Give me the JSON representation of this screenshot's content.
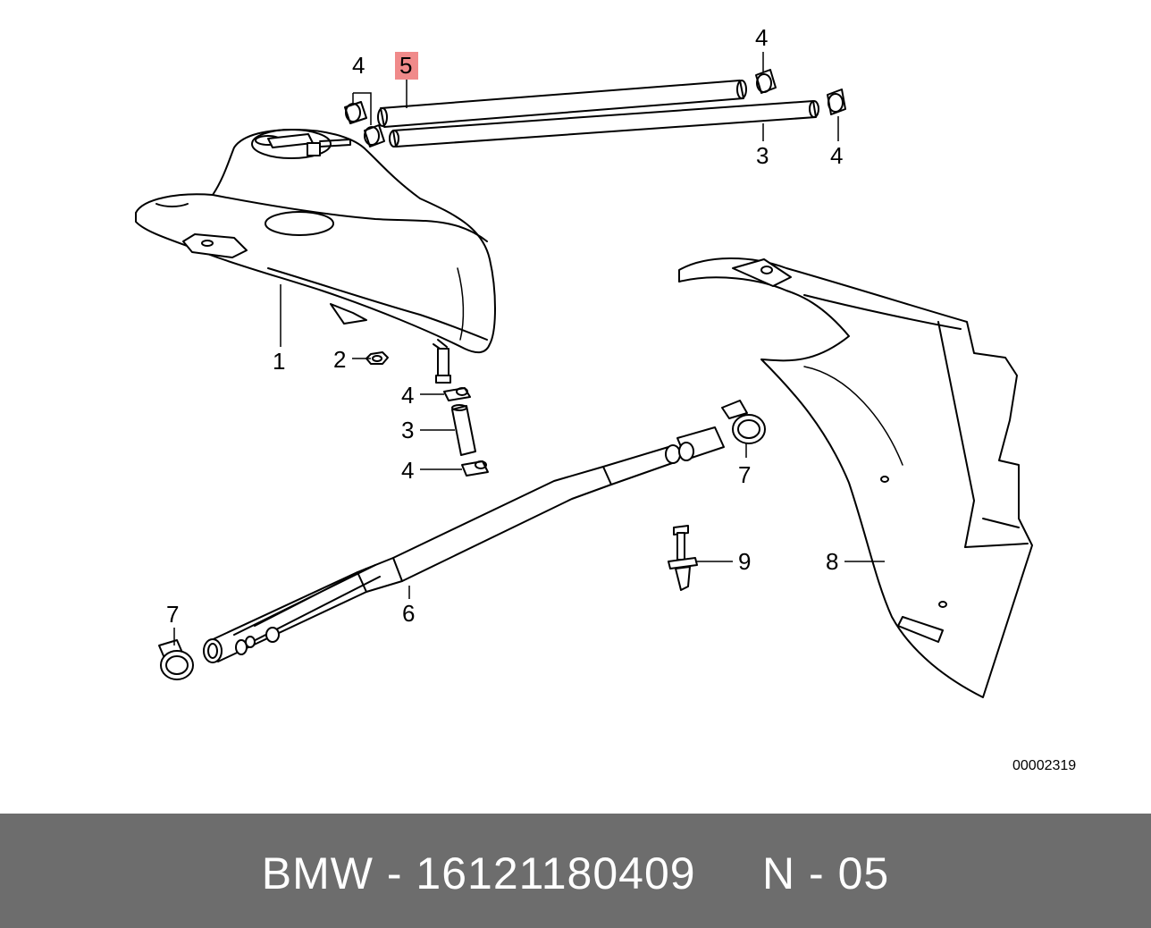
{
  "diagram": {
    "callouts": [
      {
        "id": "c1",
        "text": "1"
      },
      {
        "id": "c2",
        "text": "2"
      },
      {
        "id": "c3a",
        "text": "3"
      },
      {
        "id": "c3b",
        "text": "3"
      },
      {
        "id": "c4a",
        "text": "4"
      },
      {
        "id": "c4b",
        "text": "4"
      },
      {
        "id": "c4c",
        "text": "4"
      },
      {
        "id": "c4d",
        "text": "4"
      },
      {
        "id": "c4e",
        "text": "4"
      },
      {
        "id": "c5",
        "text": "5"
      },
      {
        "id": "c6",
        "text": "6"
      },
      {
        "id": "c7a",
        "text": "7"
      },
      {
        "id": "c7b",
        "text": "7"
      },
      {
        "id": "c8",
        "text": "8"
      },
      {
        "id": "c9",
        "text": "9"
      }
    ],
    "highlighted_part": "5",
    "highlight_color": "#f08a8a",
    "reference_code": "00002319"
  },
  "footer": {
    "brand": "BMW",
    "part_number": "16121180409",
    "position": "N - 05",
    "text": "BMW - 16121180409     N - 05",
    "background_color": "#6d6d6d"
  }
}
